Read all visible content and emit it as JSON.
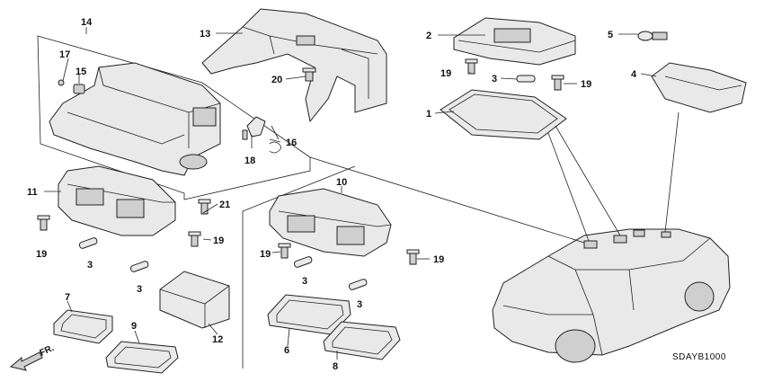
{
  "diagram": {
    "code": "SDAYB1000",
    "direction_label": "FR.",
    "callouts": {
      "c1": "1",
      "c2": "2",
      "c3a": "3",
      "c3b": "3",
      "c3c": "3",
      "c3d": "3",
      "c4": "4",
      "c5": "5",
      "c6": "6",
      "c7": "7",
      "c8": "8",
      "c9": "9",
      "c10": "10",
      "c11": "11",
      "c12": "12",
      "c13": "13",
      "c14": "14",
      "c15": "15",
      "c16": "16",
      "c17": "17",
      "c18": "18",
      "c19a": "19",
      "c19b": "19",
      "c19c": "19",
      "c19d": "19",
      "c19e": "19",
      "c19f": "19",
      "c20": "20",
      "c21": "21"
    }
  }
}
